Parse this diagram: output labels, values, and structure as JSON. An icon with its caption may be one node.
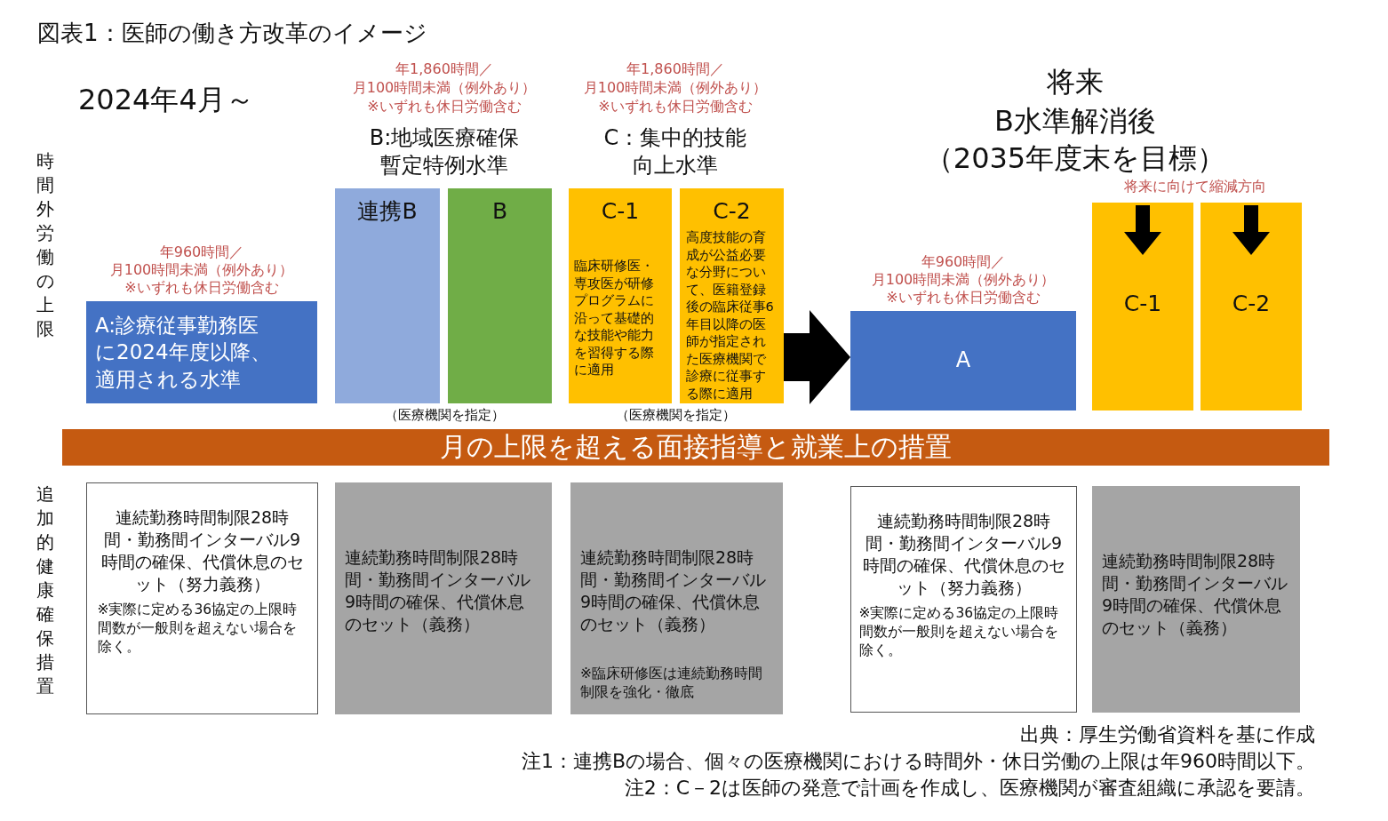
{
  "diagram": {
    "title": "図表1：医師の働き方改革のイメージ",
    "nodes": [
      {
        "text": [
          "A:診療従事勤務医に2024年度以降、適用される水準"
        ],
        "beside": [
          "年960時間／",
          "月100時間未満（例外あり）",
          "※いずれも休日労働含む"
        ]
      },
      {
        "text": [
          "連携B"
        ]
      },
      {
        "text": [
          "B"
        ]
      },
      {
        "text": [
          "C-1",
          "臨床研修医・専攻医が研修プログラムに沿って基礎的な技能や能力を習得する際に適用"
        ]
      },
      {
        "text": [
          "C-2",
          "高度技能の育成が公益必要な分野について、医籍登録後の臨床従事6年目以降の医師が指定された医療機関で診療に従事する際に適用"
        ]
      },
      {
        "text": [
          "A"
        ],
        "beside": [
          "年960時間／",
          "月100時間未満（例外あり）",
          "※いずれも休日労働含む"
        ]
      },
      {
        "text": [
          "C-1"
        ]
      },
      {
        "text": [
          "C-2"
        ]
      },
      {
        "text": [
          "月の上限を超える面接指導と就業上の措置"
        ]
      },
      {
        "text": [
          "連続勤務時間制限28時間・勤務間インターバル9時間の確保、代償休息のセット（努力義務）",
          "※実際に定める36協定の上限時間数が一般則を超えない場合を除く。"
        ]
      },
      {
        "text": [
          "連続勤務時間制限28時間・勤務間インターバル9時間の確保、代償休息のセット（義務）"
        ]
      },
      {
        "text": [
          "連続勤務時間制限28時間・勤務間インターバル9時間の確保、代償休息のセット（義務）",
          "※臨床研修医は連続勤務時間制限を強化・徹底"
        ]
      },
      {
        "text": [
          "連続勤務時間制限28時間・勤務間インターバル9時間の確保、代償休息のセット（努力義務）",
          "※実際に定める36協定の上限時間数が一般則を超えない場合を除く。"
        ]
      },
      {
        "text": [
          "連続勤務時間制限28時間・勤務間インターバル9時間の確保、代償休息のセット（義務）"
        ]
      }
    ],
    "edges": [
      {
        "from": 4,
        "to": 5,
        "arrow": "to",
        "style": "thick"
      }
    ],
    "labels": [
      "2024年4月～",
      "時間外労働の上限",
      "年1,860時間／",
      "月100時間未満（例外あり）",
      "※いずれも休日労働含む",
      "B:地域医療確保暫定特例水準",
      "年1,860時間／",
      "月100時間未満（例外あり）",
      "※いずれも休日労働含む",
      "C：集中的技能向上水準",
      "（医療機関を指定）",
      "（医療機関を指定）",
      "将来",
      "B水準解消後",
      "（2035年度末を目標）",
      "将来に向けて縮減方向",
      "追加的健康確保措置",
      "出典：厚生労働省資料を基に作成",
      "注1：連携Bの場合、個々の医療機関における時間外・休日労働の上限は年960時間以下。",
      "注2：C－2は医師の発意で計画を作成し、医療機関が審査組織に承認を要請。"
    ]
  }
}
